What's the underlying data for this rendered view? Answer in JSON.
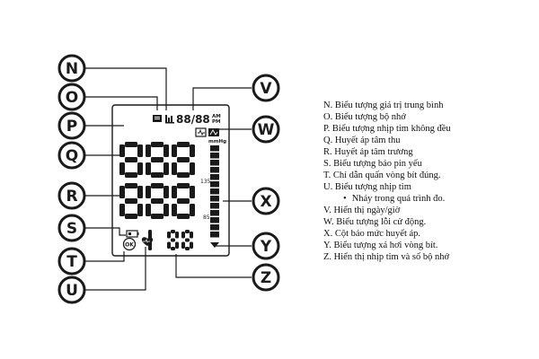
{
  "lcd": {
    "date_digits": "88/88",
    "am_label": "AM",
    "pm_label": "PM",
    "unit_label": "mmHg",
    "sys_digits": "888",
    "dia_digits": "888",
    "pulse_digits": "188",
    "scale_high": "135",
    "scale_low": "85",
    "ok_label": "OK"
  },
  "callouts": [
    "N",
    "O",
    "P",
    "Q",
    "R",
    "S",
    "T",
    "U",
    "V",
    "W",
    "X",
    "Y",
    "Z"
  ],
  "legend": [
    {
      "text": "N. Biểu tượng giá trị trung bình"
    },
    {
      "text": "O. Biểu tượng bộ nhớ"
    },
    {
      "text": "P.  Biểu tượng nhịp tim không đều"
    },
    {
      "text": "Q. Huyết áp tâm thu"
    },
    {
      "text": "R. Huyết áp tâm trương"
    },
    {
      "text": "S. Biểu tượng báo pin yếu"
    },
    {
      "text": "T. Chỉ dẫn quấn vòng bít đúng."
    },
    {
      "text": "U. Biểu tượng nhịp tim"
    },
    {
      "text": "Nháy trong quá trình đo.",
      "sub": true
    },
    {
      "text": "V. Hiển thị ngày/giờ"
    },
    {
      "text": "W. Biểu tượng lỗi cử động."
    },
    {
      "text": "X. Cột báo mức huyết áp."
    },
    {
      "text": "Y. Biểu tượng xả hơi vòng bít."
    },
    {
      "text": "Z. Hiển thị nhịp tim và số bộ nhớ"
    }
  ]
}
